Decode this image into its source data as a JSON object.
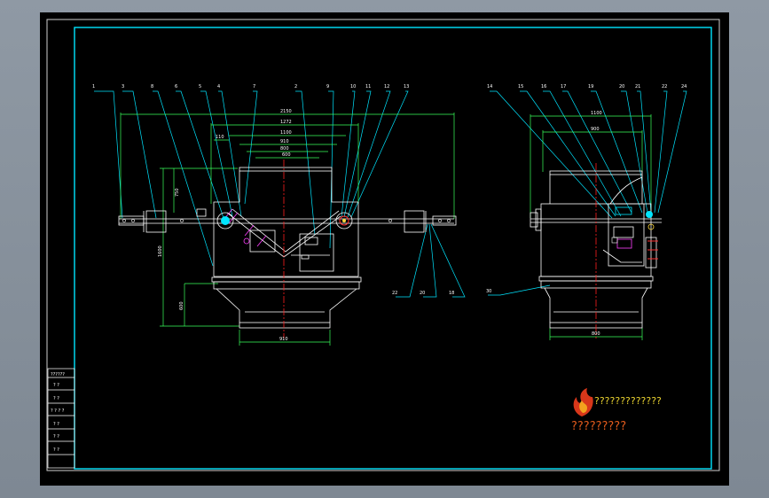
{
  "drawing": {
    "colors": {
      "viewport": "#000000",
      "frame": "#00e5ff",
      "outline": "#ffffff",
      "leader": "#00e5ff",
      "dimension": "#39ff5a",
      "centerline": "#ff2020",
      "hatch": "#ff40ff"
    },
    "front_view": {
      "part_labels": [
        "1",
        "3",
        "8",
        "6",
        "5",
        "4",
        "7",
        "2",
        "9",
        "10",
        "11",
        "12",
        "13"
      ],
      "bottom_labels": [
        "22",
        "20",
        "18"
      ],
      "dims_top": [
        "2150",
        "1272",
        "1100",
        "910",
        "800",
        "600"
      ],
      "dim_left_upper": "750",
      "dim_left_mid": "1600",
      "dim_left_lower": "600",
      "dim_bottom": "910",
      "dim_small": "110"
    },
    "side_view": {
      "part_labels": [
        "14",
        "15",
        "16",
        "17",
        "19",
        "20",
        "21",
        "22",
        "24"
      ],
      "bottom_label": "30",
      "dims_top": [
        "1100",
        "900"
      ],
      "dim_bottom": "800"
    },
    "title_block": {
      "header": "??????",
      "rows": [
        "? ?",
        "? ?",
        "? ? ? ?",
        "? ?",
        "? ?",
        "? ?"
      ]
    },
    "logo": {
      "line1": "?????????????",
      "line2": "?????????"
    }
  }
}
